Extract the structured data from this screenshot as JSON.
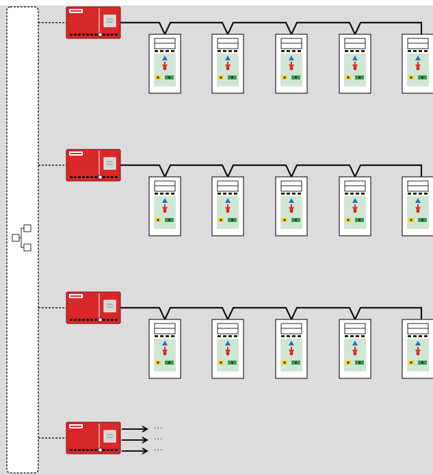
{
  "diagram": {
    "background_color": "#dcdcdc",
    "bus_style": "dashed",
    "bus_icon": "network-icon",
    "controller_color": "#d8282a",
    "panel_background": "#ffffff",
    "panel_display_color": "#cfe6d4",
    "warning_color": "#2d6cc0",
    "fire_color": "#e02020",
    "indicator_yellow": "#f0d21e",
    "indicator_green": "#3a9a50",
    "rows": [
      {
        "name": "controller-row-1",
        "panels_per_row": 5,
        "link": "daisy-chain"
      },
      {
        "name": "controller-row-2",
        "panels_per_row": 5,
        "link": "daisy-chain"
      },
      {
        "name": "controller-row-3",
        "panels_per_row": 5,
        "link": "daisy-chain"
      },
      {
        "name": "controller-row-4",
        "panels_per_row": 0,
        "link": "arrows",
        "arrow_count": 3
      }
    ],
    "ellipsis": [
      "···",
      "···",
      "···"
    ]
  }
}
